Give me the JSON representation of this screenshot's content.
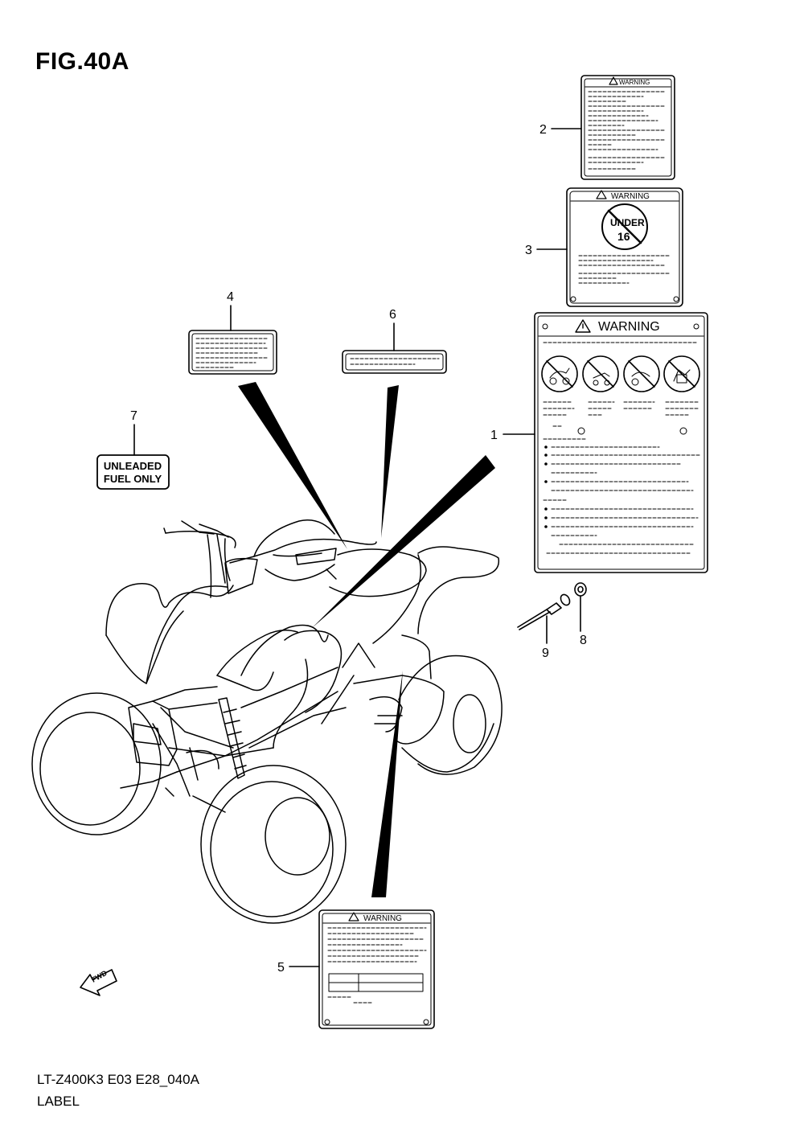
{
  "figure": {
    "title": "FIG.40A",
    "model_code": "LT-Z400K3 E03 E28_040A",
    "section_name": "LABEL"
  },
  "callouts": [
    "1",
    "2",
    "3",
    "4",
    "5",
    "6",
    "7",
    "8",
    "9"
  ],
  "labels": {
    "warning_text": "WARNING",
    "under_text": "UNDER",
    "age_text": "16",
    "fuel_line1": "UNLEADED",
    "fuel_line2": "FUEL ONLY",
    "fwd_text": "FWD"
  }
}
